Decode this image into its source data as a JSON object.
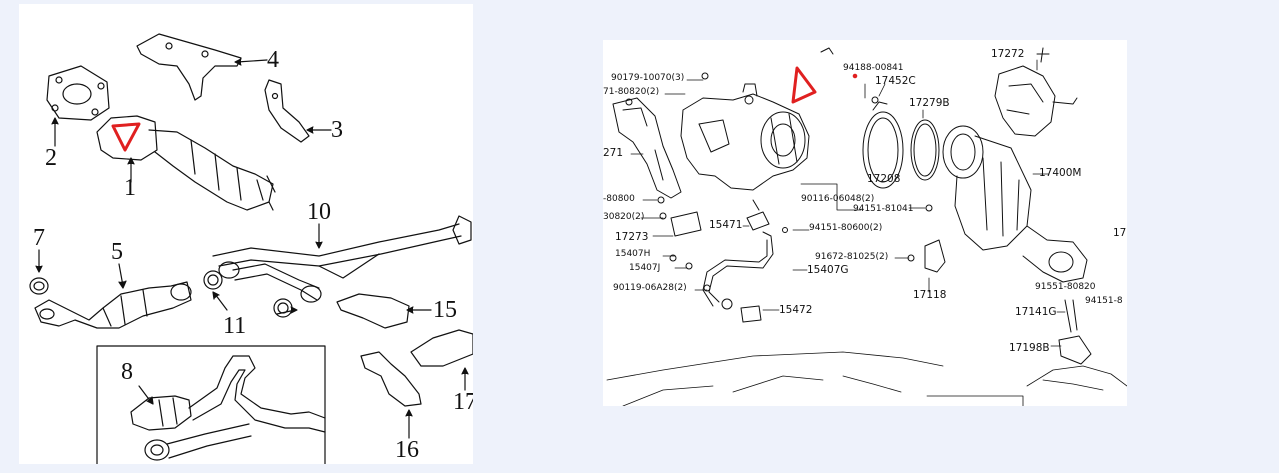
{
  "colors": {
    "background": "#eef2fb",
    "panel": "#ffffff",
    "ink": "#111111",
    "highlight": "#e02020"
  },
  "left_diagram": {
    "callouts": [
      "1",
      "2",
      "3",
      "4",
      "5",
      "7",
      "8",
      "10",
      "11",
      "15",
      "16",
      "17"
    ]
  },
  "right_diagram": {
    "callouts": [
      "90179-10070(3)",
      "71-80820(2)",
      "271",
      "-80800",
      "30820(2)",
      "17273",
      "15407H",
      "15407J",
      "90119-06A28(2)",
      "15471",
      "15472",
      "15407G",
      "94151-80600(2)",
      "90116-06048(2)",
      "94188-00841",
      "17452C",
      "17279B",
      "17208",
      "94151-81041",
      "91672-81025(2)",
      "17118",
      "17272",
      "17400M",
      "17",
      "91551-80820",
      "94151-8",
      "17141G",
      "17198B"
    ]
  }
}
